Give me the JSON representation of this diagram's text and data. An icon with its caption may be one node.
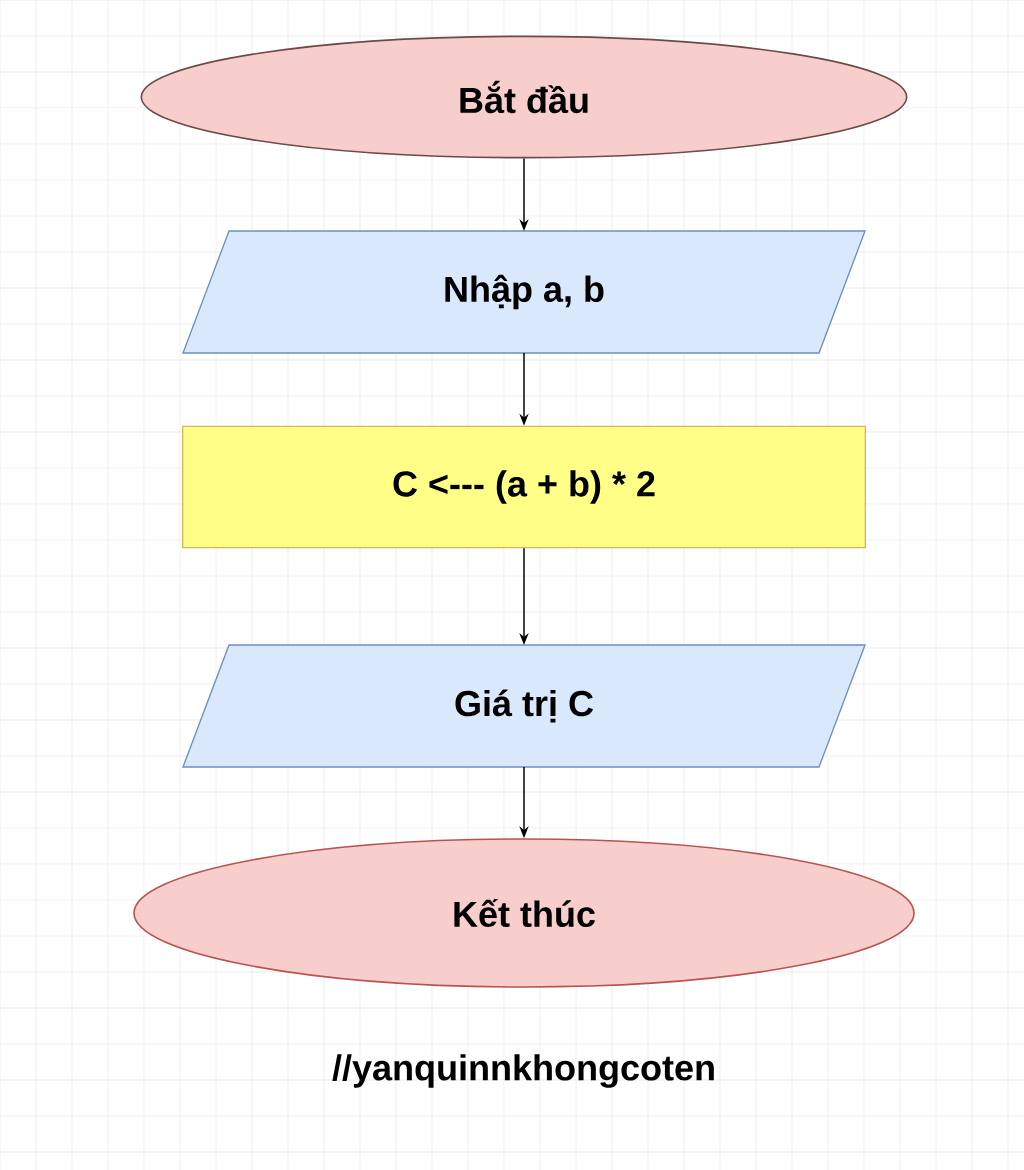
{
  "diagram": {
    "nodes": [
      {
        "text": [
          "Bắt đầu"
        ]
      },
      {
        "text": [
          "Nhập a, b"
        ]
      },
      {
        "text": [
          "C <--- (a + b) * 2"
        ]
      },
      {
        "text": [
          "Giá trị C"
        ]
      },
      {
        "text": [
          "Kết thúc"
        ]
      }
    ],
    "edges": [
      {
        "from": 0,
        "to": 1,
        "arrow": "to"
      },
      {
        "from": 1,
        "to": 2,
        "arrow": "to"
      },
      {
        "from": 2,
        "to": 3,
        "arrow": "to"
      },
      {
        "from": 3,
        "to": 4,
        "arrow": "to"
      }
    ],
    "labels": [
      "//yanquinnkhongcoten"
    ]
  }
}
